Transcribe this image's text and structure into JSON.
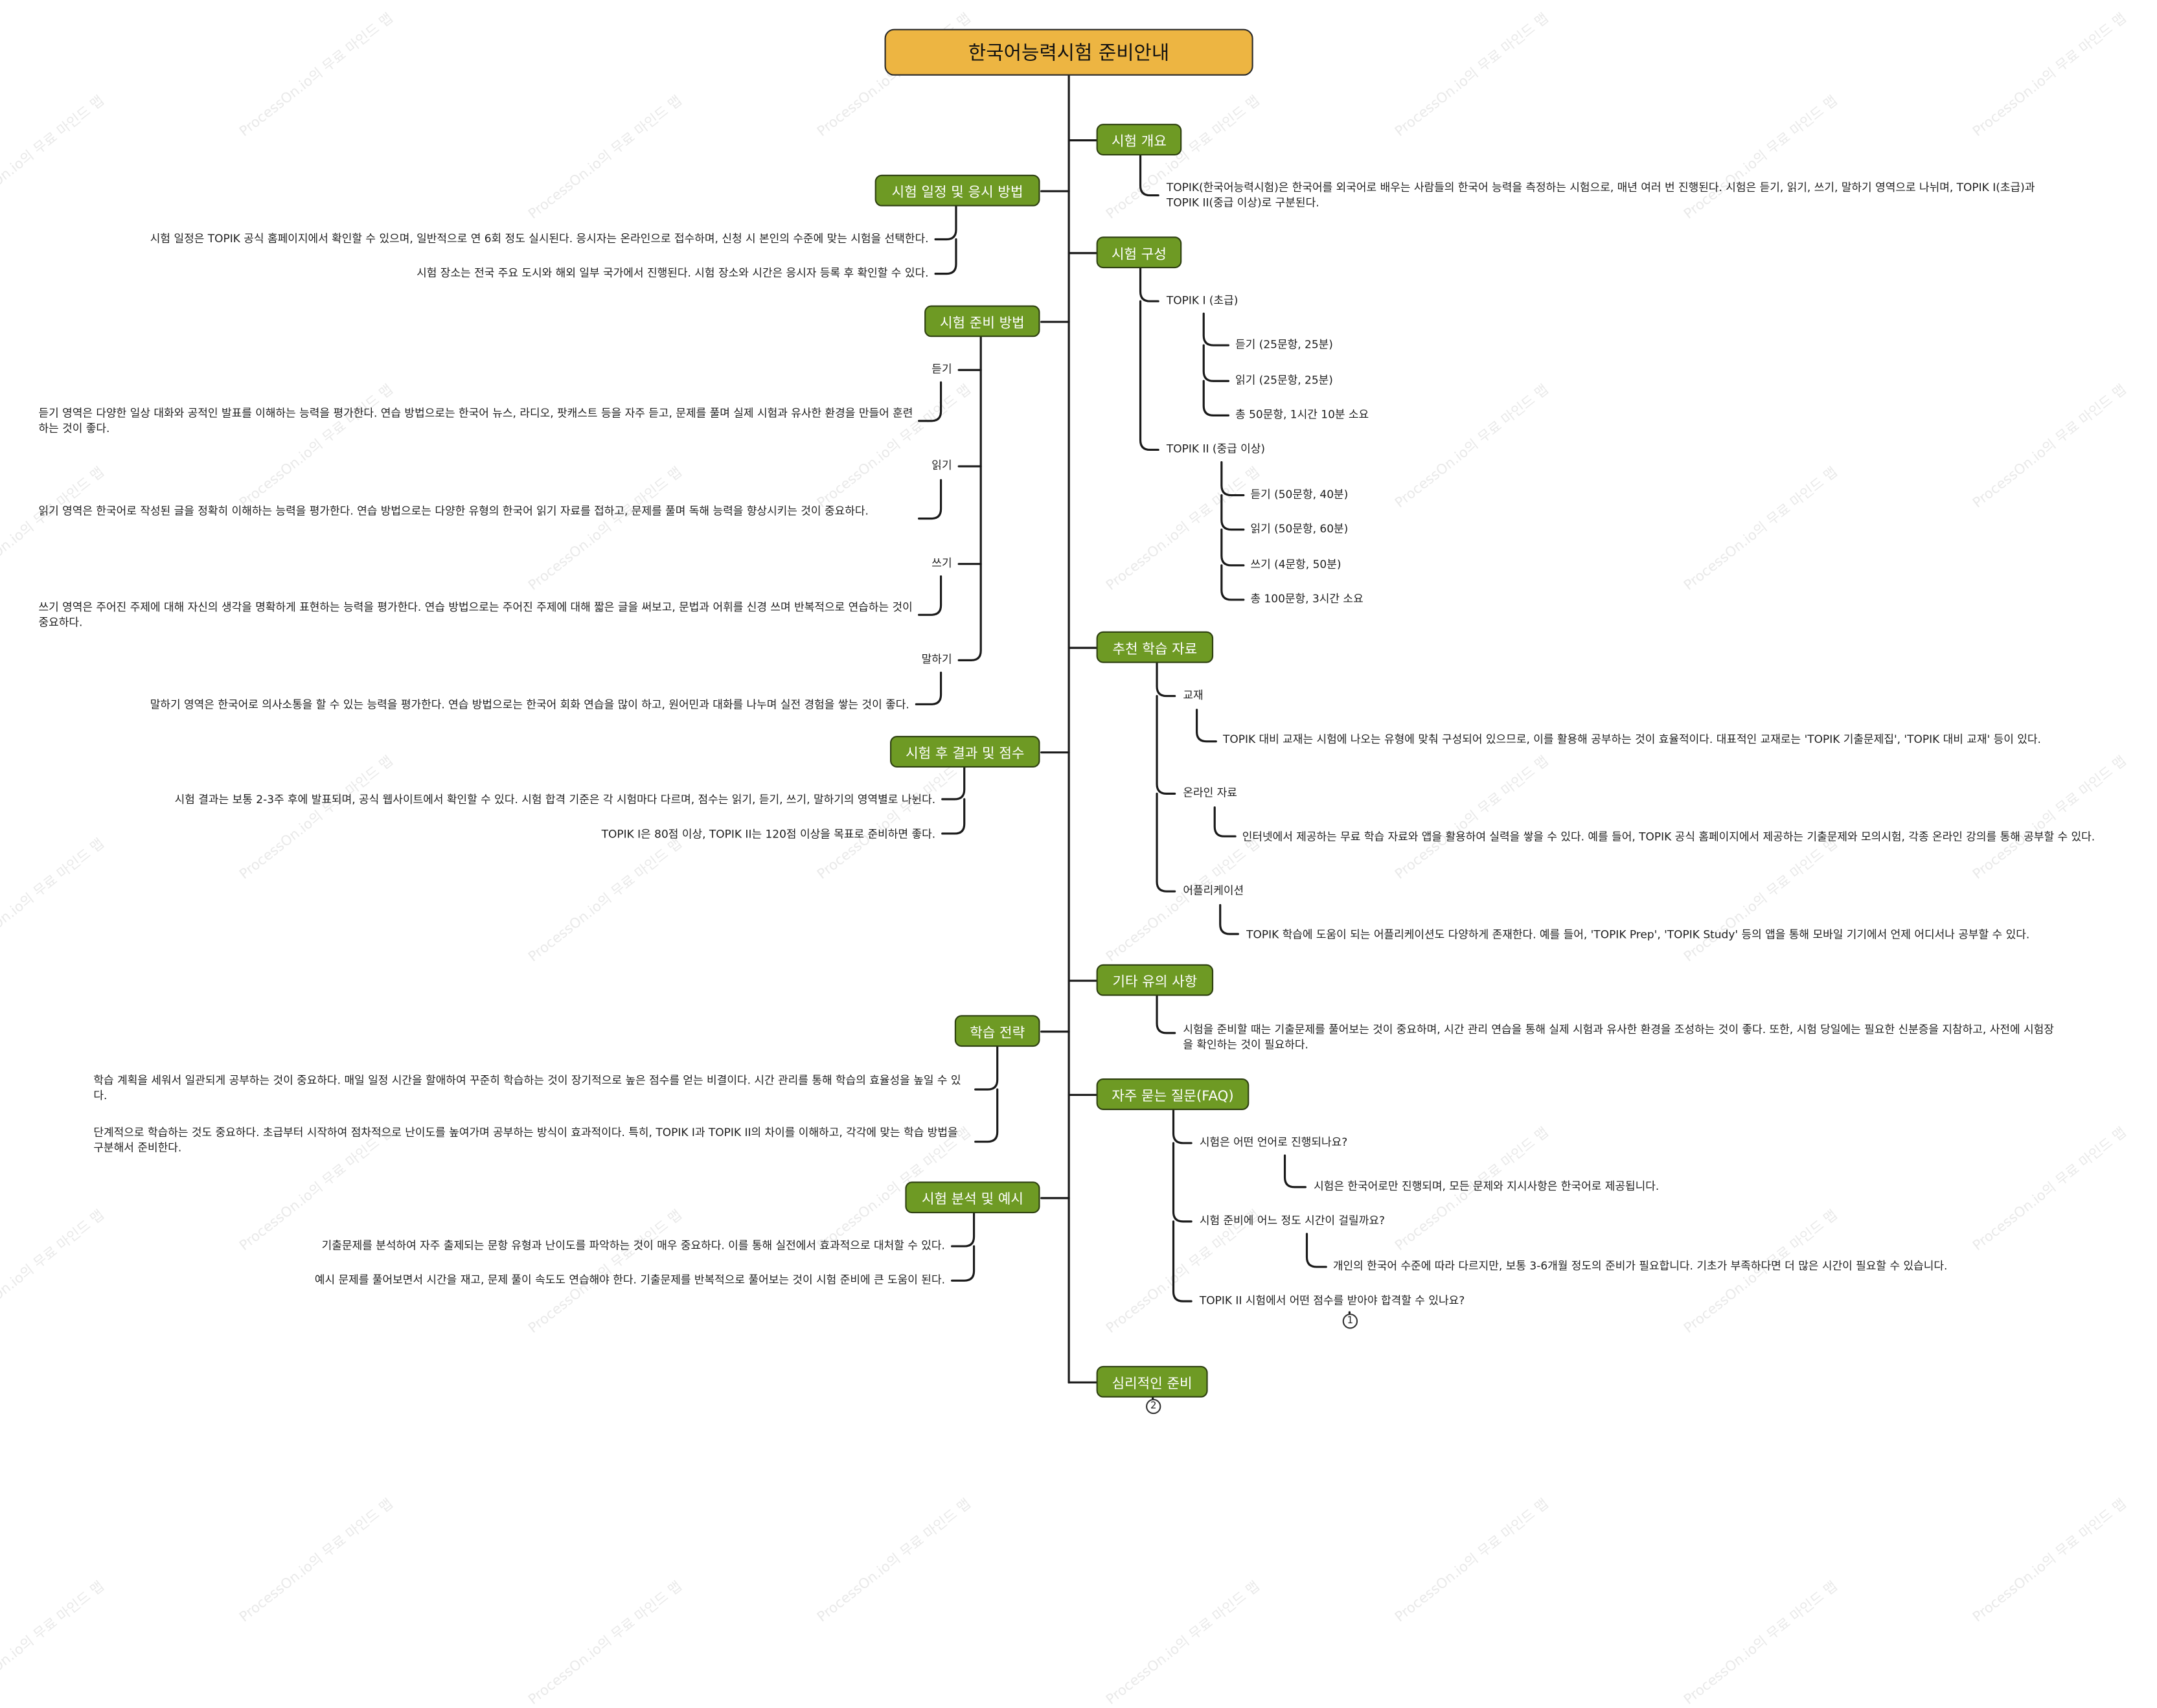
{
  "root": "한국어능력시험 준비안내",
  "watermark": "ProcessOn.io의 무료 마인드 맵",
  "branches": {
    "overview": "시험 개요",
    "schedule": "시험 일정 및 응시 방법",
    "structure": "시험 구성",
    "prep": "시험 준비 방법",
    "materials": "추천 학습 자료",
    "results": "시험 후 결과 및 점수",
    "notes": "기타 유의 사항",
    "strategy": "학습 전략",
    "faq": "자주 묻는 질문(FAQ)",
    "analysis": "시험 분석 및 예시",
    "mental": "심리적인 준비"
  },
  "overview": {
    "text": "TOPIK(한국어능력시험)은 한국어를 외국어로 배우는 사람들의 한국어 능력을 측정하는 시험으로, 매년 여러 번 진행된다. 시험은 듣기, 읽기, 쓰기, 말하기 영역으로 나뉘며, TOPIK I(초급)과 TOPIK II(중급 이상)로 구분된다."
  },
  "schedule": {
    "items": [
      "시험 일정은 TOPIK 공식 홈페이지에서 확인할 수 있으며, 일반적으로 연 6회 정도 실시된다. 응시자는 온라인으로 접수하며, 신청 시 본인의 수준에 맞는 시험을 선택한다.",
      "시험 장소는 전국 주요 도시와 해외 일부 국가에서 진행된다. 시험 장소와 시간은 응시자 등록 후 확인할 수 있다."
    ]
  },
  "structure": {
    "topik1": {
      "label": "TOPIK I (초급)",
      "items": [
        "듣기 (25문항, 25분)",
        "읽기 (25문항, 25분)",
        "총 50문항, 1시간 10분 소요"
      ]
    },
    "topik2": {
      "label": "TOPIK II (중급 이상)",
      "items": [
        "듣기 (50문항, 40분)",
        "읽기 (50문항, 60분)",
        "쓰기 (4문항, 50분)",
        "총 100문항, 3시간 소요"
      ]
    }
  },
  "prep": {
    "listening": {
      "label": "듣기",
      "text": "듣기 영역은 다양한 일상 대화와 공적인 발표를 이해하는 능력을 평가한다. 연습 방법으로는 한국어 뉴스, 라디오, 팟캐스트 등을 자주 듣고, 문제를 풀며 실제 시험과 유사한 환경을 만들어 훈련하는 것이 좋다."
    },
    "reading": {
      "label": "읽기",
      "text": "읽기 영역은 한국어로 작성된 글을 정확히 이해하는 능력을 평가한다. 연습 방법으로는 다양한 유형의 한국어 읽기 자료를 접하고, 문제를 풀며 독해 능력을 향상시키는 것이 중요하다."
    },
    "writing": {
      "label": "쓰기",
      "text": "쓰기 영역은 주어진 주제에 대해 자신의 생각을 명확하게 표현하는 능력을 평가한다. 연습 방법으로는 주어진 주제에 대해 짧은 글을 써보고, 문법과 어휘를 신경 쓰며 반복적으로 연습하는 것이 중요하다."
    },
    "speaking": {
      "label": "말하기",
      "text": "말하기 영역은 한국어로 의사소통을 할 수 있는 능력을 평가한다. 연습 방법으로는 한국어 회화 연습을 많이 하고, 원어민과 대화를 나누며 실전 경험을 쌓는 것이 좋다."
    }
  },
  "materials": {
    "textbook": {
      "label": "교재",
      "text": "TOPIK 대비 교재는 시험에 나오는 유형에 맞춰 구성되어 있으므로, 이를 활용해 공부하는 것이 효율적이다. 대표적인 교재로는 'TOPIK 기출문제집', 'TOPIK 대비 교재' 등이 있다."
    },
    "online": {
      "label": "온라인 자료",
      "text": "인터넷에서 제공하는 무료 학습 자료와 앱을 활용하여 실력을 쌓을 수 있다. 예를 들어, TOPIK 공식 홈페이지에서 제공하는 기출문제와 모의시험, 각종 온라인 강의를 통해 공부할 수 있다."
    },
    "apps": {
      "label": "어플리케이션",
      "text": "TOPIK 학습에 도움이 되는 어플리케이션도 다양하게 존재한다. 예를 들어, 'TOPIK Prep', 'TOPIK Study' 등의 앱을 통해 모바일 기기에서 언제 어디서나 공부할 수 있다."
    }
  },
  "results": {
    "items": [
      "시험 결과는 보통 2-3주 후에 발표되며, 공식 웹사이트에서 확인할 수 있다. 시험 합격 기준은 각 시험마다 다르며, 점수는 읽기, 듣기, 쓰기, 말하기의 영역별로 나뉜다.",
      "TOPIK I은 80점 이상, TOPIK II는 120점 이상을 목표로 준비하면 좋다."
    ]
  },
  "notes": {
    "text": "시험을 준비할 때는 기출문제를 풀어보는 것이 중요하며, 시간 관리 연습을 통해 실제 시험과 유사한 환경을 조성하는 것이 좋다. 또한, 시험 당일에는 필요한 신분증을 지참하고, 사전에 시험장을 확인하는 것이 필요하다."
  },
  "strategy": {
    "items": [
      "학습 계획을 세워서 일관되게 공부하는 것이 중요하다. 매일 일정 시간을 할애하여 꾸준히 학습하는 것이 장기적으로 높은 점수를 얻는 비결이다. 시간 관리를 통해 학습의 효율성을 높일 수 있다.",
      "단계적으로 학습하는 것도 중요하다. 초급부터 시작하여 점차적으로 난이도를 높여가며 공부하는 방식이 효과적이다. 특히, TOPIK I과 TOPIK II의 차이를 이해하고, 각각에 맞는 학습 방법을 구분해서 준비한다."
    ]
  },
  "faq": {
    "q1": {
      "q": "시험은 어떤 언어로 진행되나요?",
      "a": "시험은 한국어로만 진행되며, 모든 문제와 지시사항은 한국어로 제공됩니다."
    },
    "q2": {
      "q": "시험 준비에 어느 정도 시간이 걸릴까요?",
      "a": "개인의 한국어 수준에 따라 다르지만, 보통 3-6개월 정도의 준비가 필요합니다. 기초가 부족하다면 더 많은 시간이 필요할 수 있습니다."
    },
    "q3": {
      "q": "TOPIK II 시험에서 어떤 점수를 받아야 합격할 수 있나요?",
      "badge": "1"
    }
  },
  "analysis": {
    "items": [
      "기출문제를 분석하여 자주 출제되는 문항 유형과 난이도를 파악하는 것이 매우 중요하다. 이를 통해 실전에서 효과적으로 대처할 수 있다.",
      "예시 문제를 풀어보면서 시간을 재고, 문제 풀이 속도도 연습해야 한다. 기출문제를 반복적으로 풀어보는 것이 시험 준비에 큰 도움이 된다."
    ]
  },
  "mental": {
    "badge": "2"
  },
  "colors": {
    "root_fill": "#EDB542",
    "node_fill": "#6E9A24",
    "line": "#1a1a1a"
  }
}
